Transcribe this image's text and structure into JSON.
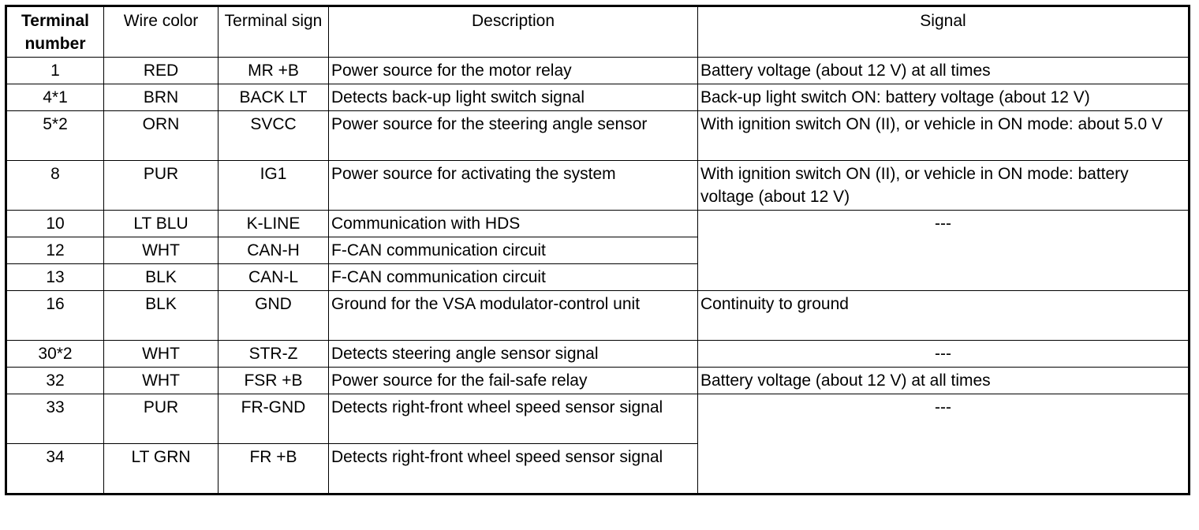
{
  "headers": {
    "terminal_number": "Terminal number",
    "wire_color": "Wire color",
    "terminal_sign": "Terminal sign",
    "description": "Description",
    "signal": "Signal"
  },
  "rows": [
    {
      "num": "1",
      "color": "RED",
      "sign": "MR +B",
      "desc": "Power source for the motor relay",
      "signal": "Battery voltage (about 12 V) at all times"
    },
    {
      "num": "4*1",
      "color": "BRN",
      "sign": "BACK LT",
      "desc": "Detects back-up light switch signal",
      "signal": "Back-up light switch ON: battery voltage (about 12 V)"
    },
    {
      "num": "5*2",
      "color": "ORN",
      "sign": "SVCC",
      "desc": "Power source for the steering angle sensor",
      "signal": "With ignition switch ON (II), or vehicle in ON mode: about 5.0 V"
    },
    {
      "num": "8",
      "color": "PUR",
      "sign": "IG1",
      "desc": "Power source for activating the system",
      "signal": "With ignition switch ON (II), or vehicle in ON mode: battery voltage (about 12 V)"
    },
    {
      "num": "10",
      "color": "LT BLU",
      "sign": "K-LINE",
      "desc": "Communication with HDS",
      "signal": "---"
    },
    {
      "num": "12",
      "color": "WHT",
      "sign": "CAN-H",
      "desc": "F-CAN communication circuit"
    },
    {
      "num": "13",
      "color": "BLK",
      "sign": "CAN-L",
      "desc": "F-CAN communication circuit"
    },
    {
      "num": "16",
      "color": "BLK",
      "sign": "GND",
      "desc": "Ground for the VSA modulator-control unit",
      "signal": "Continuity to ground"
    },
    {
      "num": "30*2",
      "color": "WHT",
      "sign": "STR-Z",
      "desc": "Detects steering angle sensor signal",
      "signal": "---"
    },
    {
      "num": "32",
      "color": "WHT",
      "sign": "FSR +B",
      "desc": "Power source for the fail-safe relay",
      "signal": "Battery voltage (about 12 V) at all times"
    },
    {
      "num": "33",
      "color": "PUR",
      "sign": "FR-GND",
      "desc": "Detects right-front wheel speed sensor signal",
      "signal": "---"
    },
    {
      "num": "34",
      "color": "LT GRN",
      "sign": "FR +B",
      "desc": "Detects right-front wheel speed sensor signal"
    }
  ]
}
